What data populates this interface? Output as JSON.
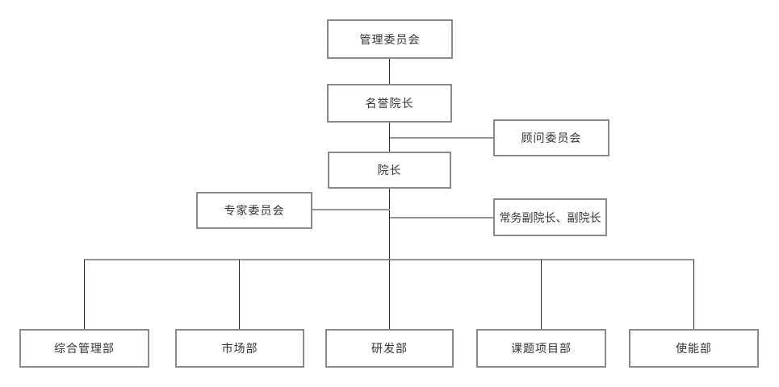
{
  "diagram": {
    "type": "org-chart",
    "background_color": "#ffffff",
    "box_border_color": "#8a8a8a",
    "box_fill_color": "#ffffff",
    "text_color": "#333333",
    "trunk_line_color": "#2b2b2b",
    "branch_line_color": "#959595"
  },
  "nodes": {
    "management_committee": {
      "label": "管理委员会"
    },
    "honorary_dean": {
      "label": "名誉院长"
    },
    "advisory_committee": {
      "label": "顾问委员会"
    },
    "dean": {
      "label": "院长"
    },
    "expert_committee": {
      "label": "专家委员会"
    },
    "vice_deans": {
      "label": "常务副院长、副院长"
    },
    "general_management_dept": {
      "label": "综合管理部"
    },
    "marketing_dept": {
      "label": "市场部"
    },
    "rd_dept": {
      "label": "研发部"
    },
    "project_dept": {
      "label": "课题项目部"
    },
    "enablement_dept": {
      "label": "使能部"
    }
  },
  "edges": [
    {
      "from": "management_committee",
      "to": "honorary_dean",
      "style": "vertical"
    },
    {
      "from": "honorary_dean",
      "to": "dean",
      "style": "vertical"
    },
    {
      "from": "honorary_dean",
      "to": "advisory_committee",
      "style": "side-branch-right"
    },
    {
      "from": "dean",
      "to": "expert_committee",
      "style": "side-branch-left"
    },
    {
      "from": "dean",
      "to": "vice_deans",
      "style": "side-branch-right"
    },
    {
      "from": "dean",
      "to": "general_management_dept",
      "style": "tree"
    },
    {
      "from": "dean",
      "to": "marketing_dept",
      "style": "tree"
    },
    {
      "from": "dean",
      "to": "rd_dept",
      "style": "tree"
    },
    {
      "from": "dean",
      "to": "project_dept",
      "style": "tree"
    },
    {
      "from": "dean",
      "to": "enablement_dept",
      "style": "tree"
    }
  ]
}
